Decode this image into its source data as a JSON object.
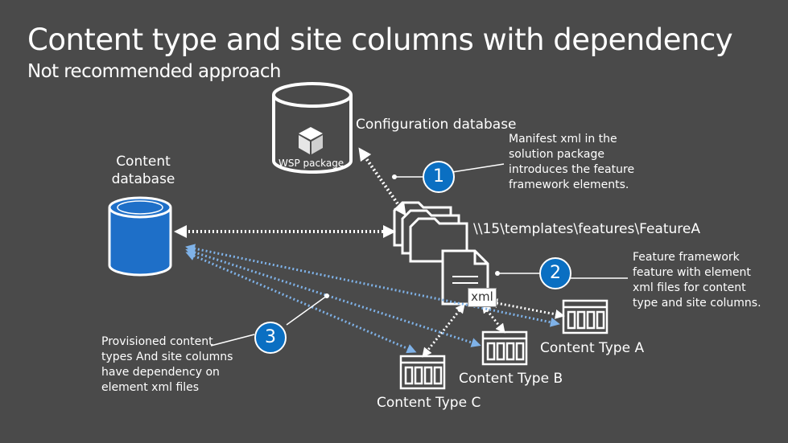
{
  "title": "Content type and site columns with dependency",
  "subtitle": "Not recommended approach",
  "config_db_label": "Configuration database",
  "wsp_label": "WSP package",
  "content_db_label_line1": "Content",
  "content_db_label_line2": "database",
  "feature_path": "\\\\15\\templates\\features\\FeatureA",
  "xml_label": "xml",
  "callouts": {
    "one": {
      "number": "1",
      "lines": [
        "Manifest xml in the",
        "solution package",
        "introduces the feature",
        "framework elements."
      ]
    },
    "two": {
      "number": "2",
      "lines": [
        "Feature framework",
        "feature with element",
        "xml files for content",
        "type and site columns."
      ]
    },
    "three": {
      "number": "3",
      "lines": [
        "Provisioned content",
        "types And site columns",
        "have dependency on",
        "element xml files"
      ]
    }
  },
  "content_types": {
    "a": "Content Type A",
    "b": "Content Type B",
    "c": "Content Type C"
  },
  "colors": {
    "background": "#4a4a4a",
    "badge": "#0a6fc2",
    "content_db": "#1e6fc8",
    "dependency_arrow": "#7fb2e8"
  }
}
